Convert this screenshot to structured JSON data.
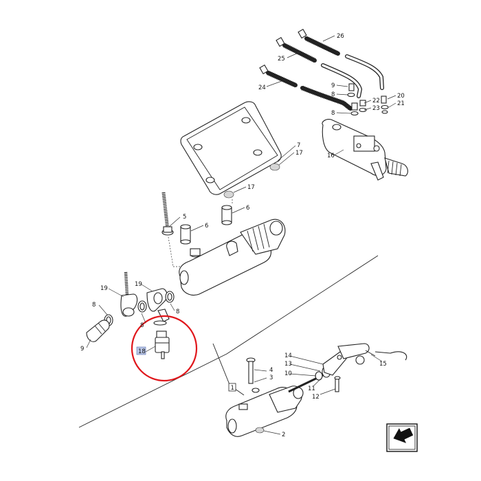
{
  "diagram": {
    "labels": [
      {
        "key": "26",
        "text": "26"
      },
      {
        "key": "25",
        "text": "25"
      },
      {
        "key": "24",
        "text": "24"
      },
      {
        "key": "9a",
        "text": "9"
      },
      {
        "key": "8a",
        "text": "8"
      },
      {
        "key": "8b",
        "text": "8"
      },
      {
        "key": "23",
        "text": "23"
      },
      {
        "key": "22",
        "text": "22"
      },
      {
        "key": "20",
        "text": "20"
      },
      {
        "key": "21",
        "text": "21"
      },
      {
        "key": "16",
        "text": "16"
      },
      {
        "key": "7",
        "text": "7"
      },
      {
        "key": "17a",
        "text": "17"
      },
      {
        "key": "17b",
        "text": "17"
      },
      {
        "key": "5",
        "text": "5"
      },
      {
        "key": "6a",
        "text": "6"
      },
      {
        "key": "6b",
        "text": "6"
      },
      {
        "key": "19a",
        "text": "19"
      },
      {
        "key": "19b",
        "text": "19"
      },
      {
        "key": "8c",
        "text": "8"
      },
      {
        "key": "8d",
        "text": "8"
      },
      {
        "key": "8e",
        "text": "8"
      },
      {
        "key": "9b",
        "text": "9"
      },
      {
        "key": "18",
        "text": "18"
      },
      {
        "key": "14",
        "text": "14"
      },
      {
        "key": "13",
        "text": "13"
      },
      {
        "key": "10",
        "text": "10"
      },
      {
        "key": "4",
        "text": "4"
      },
      {
        "key": "3",
        "text": "3"
      },
      {
        "key": "11",
        "text": "11"
      },
      {
        "key": "12",
        "text": "12"
      },
      {
        "key": "15",
        "text": "15"
      },
      {
        "key": "1",
        "text": "1"
      },
      {
        "key": "2",
        "text": "2"
      }
    ],
    "highlight_color": "#e0161b",
    "selected_label_color": "#b9c6e6",
    "nav_icon": "arrow-box-icon"
  }
}
